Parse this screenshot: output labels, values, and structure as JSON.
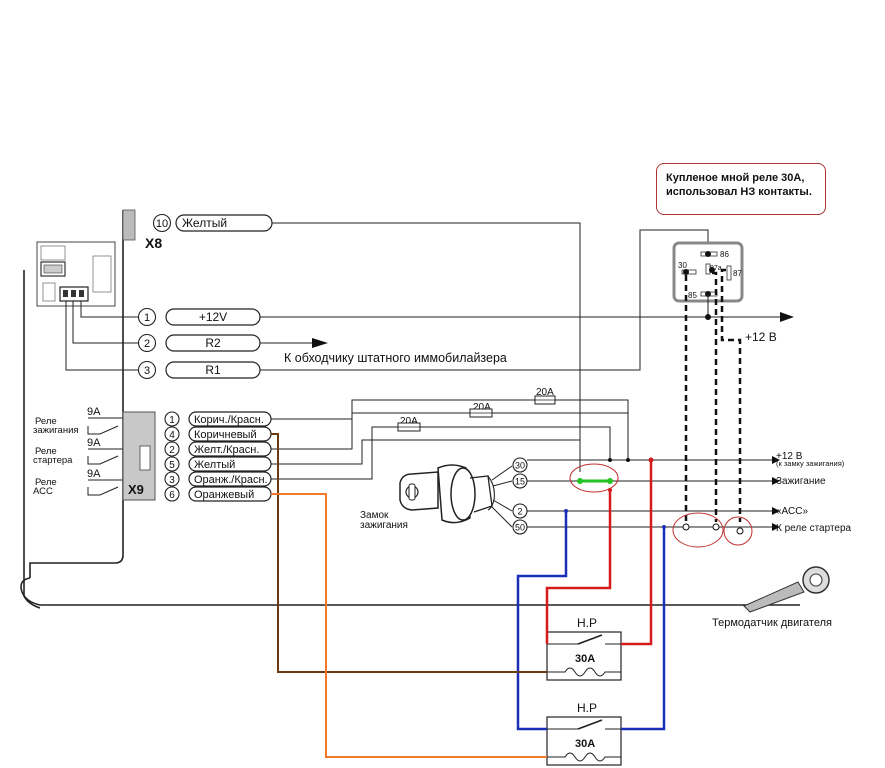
{
  "annotation": {
    "line1": "Купленое мной реле 30А,",
    "line2": "использовал НЗ контакты."
  },
  "connector_x8": {
    "label": "X8",
    "pin10": {
      "num": "10",
      "wire": "Желтый"
    }
  },
  "connector_x9": {
    "label": "X9",
    "pins": [
      {
        "num": "1",
        "wire": "Корич./Красн."
      },
      {
        "num": "4",
        "wire": "Коричневый"
      },
      {
        "num": "2",
        "wire": "Желт./Красн."
      },
      {
        "num": "5",
        "wire": "Желтый"
      },
      {
        "num": "3",
        "wire": "Оранж./Красн."
      },
      {
        "num": "6",
        "wire": "Оранжевый"
      }
    ]
  },
  "small_connector": {
    "pins": [
      {
        "num": "1",
        "wire": "+12V"
      },
      {
        "num": "2",
        "wire": "R2"
      },
      {
        "num": "3",
        "wire": "R1"
      }
    ],
    "note": "К обходчику штатного иммобилайзера"
  },
  "internal_relays": [
    {
      "rating": "9А",
      "name_line1": "Реле",
      "name_line2": "зажигания"
    },
    {
      "rating": "9А",
      "name_line1": "Реле",
      "name_line2": "стартера"
    },
    {
      "rating": "9А",
      "name_line1": "Реле",
      "name_line2": "АСС"
    }
  ],
  "fuses": [
    "20А",
    "20А",
    "20А"
  ],
  "ignition_lock": {
    "label_line1": "Замок",
    "label_line2": "зажигания",
    "terminals": [
      "30",
      "15",
      "2",
      "50"
    ]
  },
  "outputs": {
    "plus12": "+12 В",
    "plus12_sub": "(к замку зажигания)",
    "ignition": "Зажигание",
    "acc": "«АСС»",
    "starter": "К реле стартера"
  },
  "relay_30a": {
    "pins": [
      "86",
      "30",
      "87a",
      "87",
      "85"
    ],
    "supply": "+12 В"
  },
  "nr_relays": [
    {
      "label": "Н.Р",
      "rating": "30А"
    },
    {
      "label": "Н.Р",
      "rating": "30А"
    }
  ],
  "thermo_sensor": "Термодатчик двигателя",
  "colors": {
    "red": "#d41a1a",
    "blue": "#1a2fb8",
    "brown": "#6b3a10",
    "orange": "#f07a2a",
    "green": "#22c422",
    "annotation_border": "#a33333"
  }
}
